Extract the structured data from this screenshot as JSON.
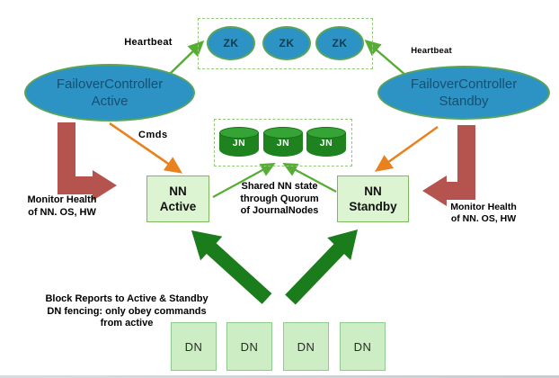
{
  "zookeeper": {
    "nodes": [
      "ZK",
      "ZK",
      "ZK"
    ]
  },
  "journalnodes": {
    "nodes": [
      "JN",
      "JN",
      "JN"
    ]
  },
  "datanodes": {
    "nodes": [
      "DN",
      "DN",
      "DN",
      "DN"
    ]
  },
  "failover_controller_active": {
    "line1": "FailoverController",
    "line2": "Active"
  },
  "failover_controller_standby": {
    "line1": "FailoverController",
    "line2": "Standby"
  },
  "namenode_active": {
    "line1": "NN",
    "line2": "Active"
  },
  "namenode_standby": {
    "line1": "NN",
    "line2": "Standby"
  },
  "labels": {
    "heartbeat_left": "Heartbeat",
    "heartbeat_right": "Heartbeat",
    "cmds": "Cmds",
    "monitor_health_left": {
      "line1": "Monitor Health",
      "line2": "of NN. OS, HW"
    },
    "monitor_health_right": {
      "line1": "Monitor Health",
      "line2": "of NN. OS, HW"
    },
    "shared_state": {
      "line1": "Shared NN state",
      "line2": "through Quorum",
      "line3": "of JournalNodes"
    },
    "block_reports": {
      "line1": "Block Reports to Active & Standby",
      "line2": "DN fencing: only obey commands",
      "line3": "from active"
    }
  },
  "colors": {
    "node_blue": "#2d93c4",
    "node_green_border": "#58a55a",
    "box_light_green": "#dcf4d2",
    "box_green_border": "#7cb85d",
    "cylinder_green": "#1e821e",
    "big_arrow_green": "#1b7c1b",
    "thin_arrow_green": "#56ad33",
    "arrow_orange": "#e8821e",
    "arrow_red": "#b5544f"
  }
}
